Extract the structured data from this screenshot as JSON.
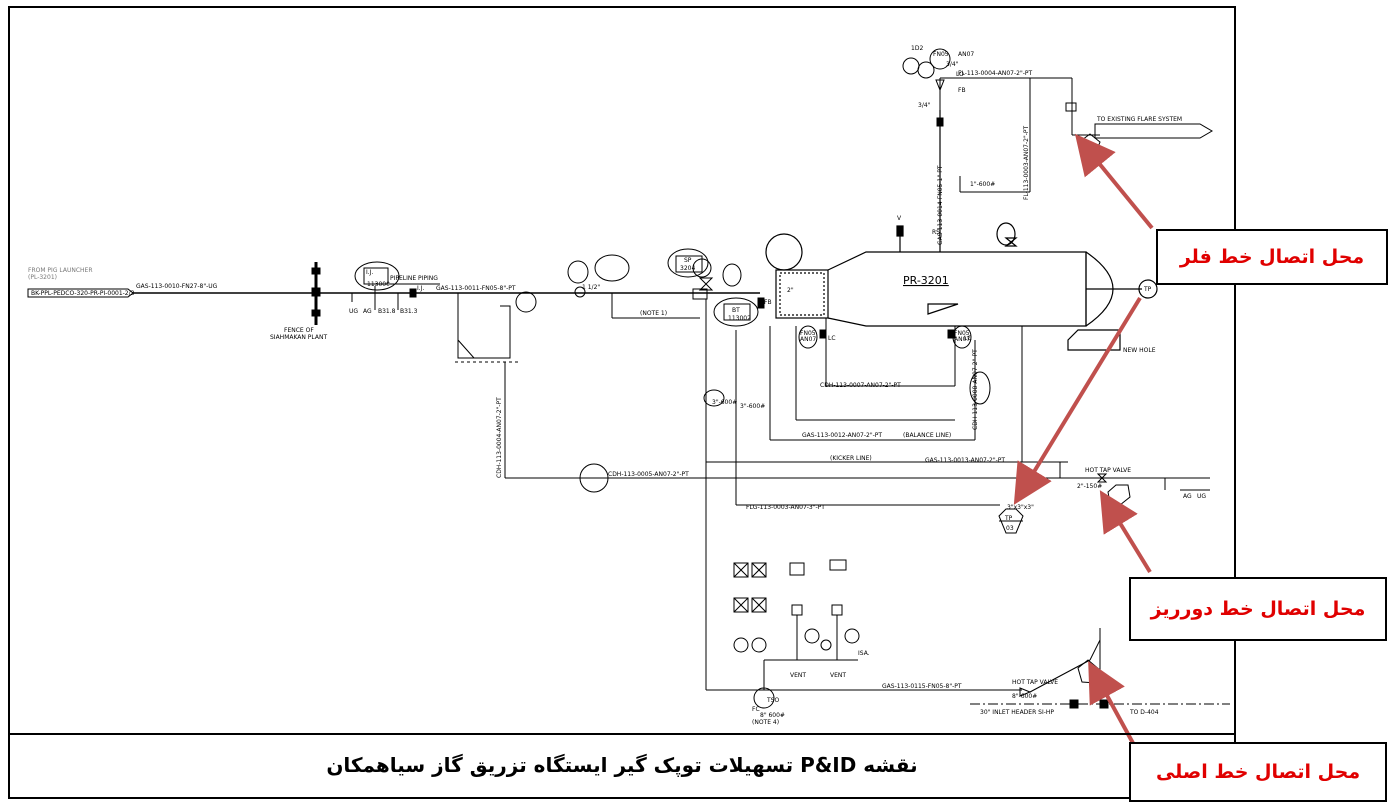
{
  "caption": "نقشه P&ID تسهیلات توپک گیر ایستگاه تزریق گاز سیاهمکان",
  "callouts": {
    "flare": "محل اتصال خط فلر",
    "drain": "محل اتصال خط دورریز",
    "main": "محل اتصال خط اصلی"
  },
  "colors": {
    "callout_text": "#e00000",
    "arrow": "#c0504d"
  },
  "labels": {
    "from_pig": "FROM PIG LAUNCHER",
    "pl": "(PL-3201)",
    "doc_no": "BK-PPL-PEDCO-320-PR-PI-0001-2/3",
    "gas_0010": "GAS-113-0010-FN27-8\"-UG",
    "fence": "FENCE OF",
    "siahmakan": "SIAHMAKAN PLANT",
    "ug": "UG",
    "ag": "AG",
    "b318": "B31.8",
    "b313": "B31.3",
    "pipeline": "PIPELINE",
    "piping": "PIPING",
    "ij": "I.J.",
    "ij2": "I.J.",
    "tag_113000": "113000",
    "gas_0011": "GAS-113-0011-FN05-8\"-PT",
    "one_half": "1 1/2\"",
    "note1": "(NOTE 1)",
    "sp": "SP",
    "sp_no": "3204",
    "bt": "BT",
    "bt_no": "113002",
    "fb": "FB",
    "two_in": "2\"",
    "pr3201": "PR-3201",
    "tp": "TP",
    "new_hole": "NEW HOLE",
    "lc": "LC",
    "lc2": "LC",
    "fn05": "FN05",
    "an07": "AN07",
    "fn05b": "FN05",
    "an07b": "AN07",
    "cdh_0007": "CDH-113-0007-AN07-2\"-PT",
    "cdh_0008": "CDH-113-0008-AN07-2\"-PT",
    "gas_0012": "GAS-113-0012-AN07-2\"-PT",
    "balance": "(BALANCE LINE)",
    "kicker": "(KICKER LINE)",
    "gas_0013": "GAS-113-0013-AN07-2\"-PT",
    "cdh_0005": "CDH-113-0005-AN07-2\"-PT",
    "cdh_0004": "CDH-113-0004-AN07-2\"-PT",
    "flg_0003": "FLG-113-0003-AN07-3\"-PT",
    "tp2": "TP",
    "tp2_no": "03",
    "hot_tap": "HOT TAP VALVE",
    "two_150": "2\"-150#",
    "ag2": "AG",
    "ug2": "UG",
    "fl_0004": "FL-113-0004-AN07-2\"-PT",
    "fl_0003": "FL-113-0003-AN07-2\"-PT",
    "gas_0014": "GAS-113-0014-FN05-1\"-PT",
    "to_flare": "TO EXISTING FLARE SYSTEM",
    "three_q": "3/4\"",
    "three_q2": "3/4\"",
    "lo": "LO",
    "fb2": "FB",
    "v2": "V",
    "rs": "RS",
    "idd": "1D2",
    "fn05c": "FN05",
    "an07c": "AN07",
    "gas_0115": "GAS-113-0115-FN05-8\"-PT",
    "hot_tap2": "HOT TAP VALVE",
    "eight_600": "8\"-600#",
    "inlet_hdr": "30\" INLET HEADER SI-HP",
    "to_d404": "TO D-404",
    "vent": "VENT",
    "vent2": "VENT",
    "isa": "ISA.",
    "note4": "(NOTE 4)",
    "fc": "FC",
    "tso": "TSO",
    "eight_600b": "8\" 600#",
    "three_600": "3\"-600#",
    "three_600b": "3\"-600#",
    "one_600": "1\"-600#",
    "three_x3": "3\"x3\"x3\""
  }
}
